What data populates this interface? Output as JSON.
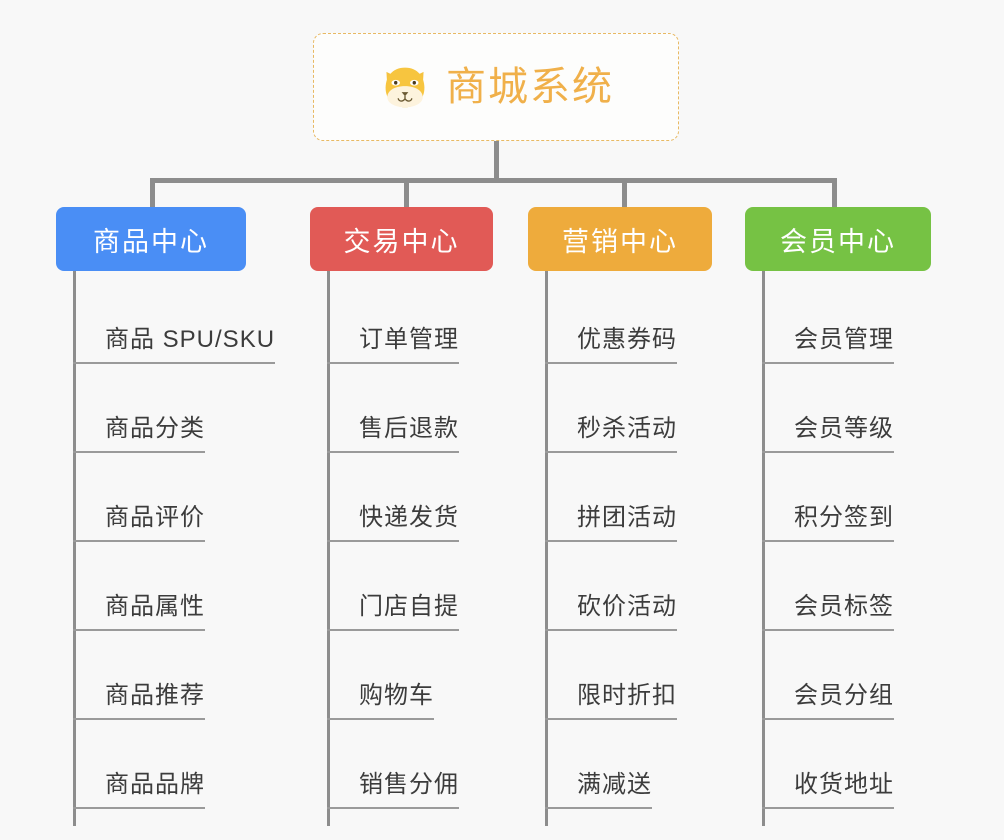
{
  "root": {
    "title": "商城系统",
    "icon": "shiba-dog-icon",
    "accent_color": "#f0b04a",
    "border_color": "#e8b963",
    "border_style": "dashed"
  },
  "canvas": {
    "background": "#f8f8f8",
    "connector_color": "#8d8d8d",
    "leaf_text_color": "#3c3c3c",
    "leaf_underline_color": "#9a9a9a"
  },
  "columns": [
    {
      "id": "product-center",
      "label": "商品中心",
      "color": "#4a8ef5",
      "items": [
        "商品 SPU/SKU",
        "商品分类",
        "商品评价",
        "商品属性",
        "商品推荐",
        "商品品牌"
      ]
    },
    {
      "id": "trade-center",
      "label": "交易中心",
      "color": "#e15a56",
      "items": [
        "订单管理",
        "售后退款",
        "快递发货",
        "门店自提",
        "购物车",
        "销售分佣"
      ]
    },
    {
      "id": "marketing-center",
      "label": "营销中心",
      "color": "#eeab3c",
      "items": [
        "优惠券码",
        "秒杀活动",
        "拼团活动",
        "砍价活动",
        "限时折扣",
        "满减送"
      ]
    },
    {
      "id": "member-center",
      "label": "会员中心",
      "color": "#76c244",
      "items": [
        "会员管理",
        "会员等级",
        "积分签到",
        "会员标签",
        "会员分组",
        "收货地址"
      ]
    }
  ]
}
